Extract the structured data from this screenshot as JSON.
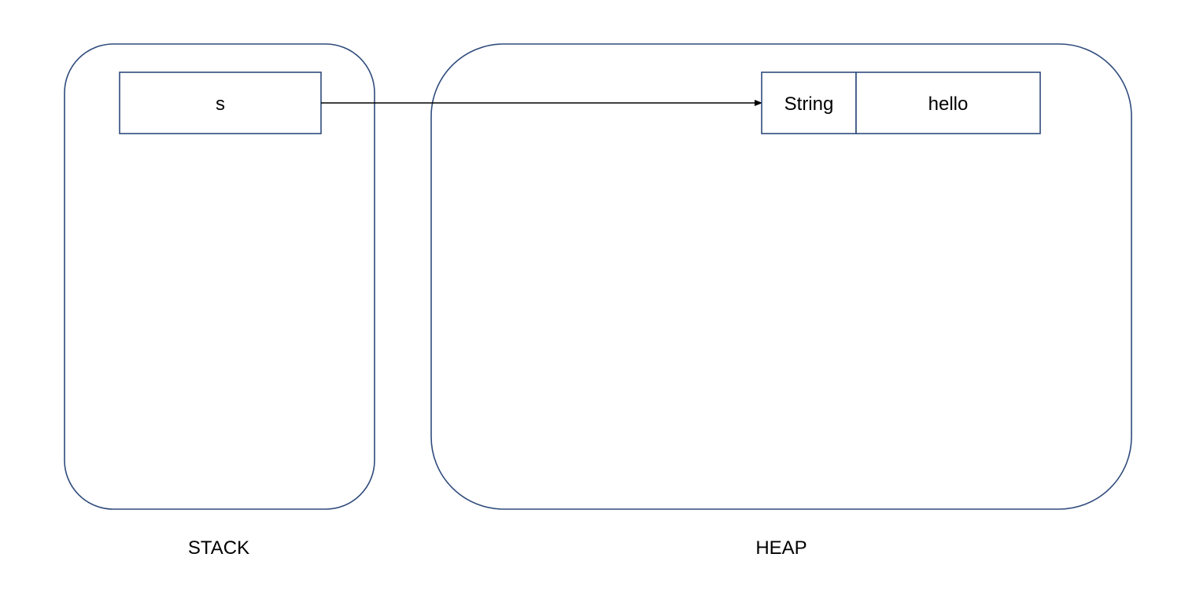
{
  "diagram": {
    "stack": {
      "label": "STACK",
      "variable": "s"
    },
    "heap": {
      "label": "HEAP",
      "object": {
        "type": "String",
        "value": "hello"
      }
    },
    "colors": {
      "region_border": "#2f4b7c",
      "box_border": "#2f4b7c",
      "arrow": "#000000",
      "text": "#000000",
      "background": "#ffffff"
    }
  }
}
